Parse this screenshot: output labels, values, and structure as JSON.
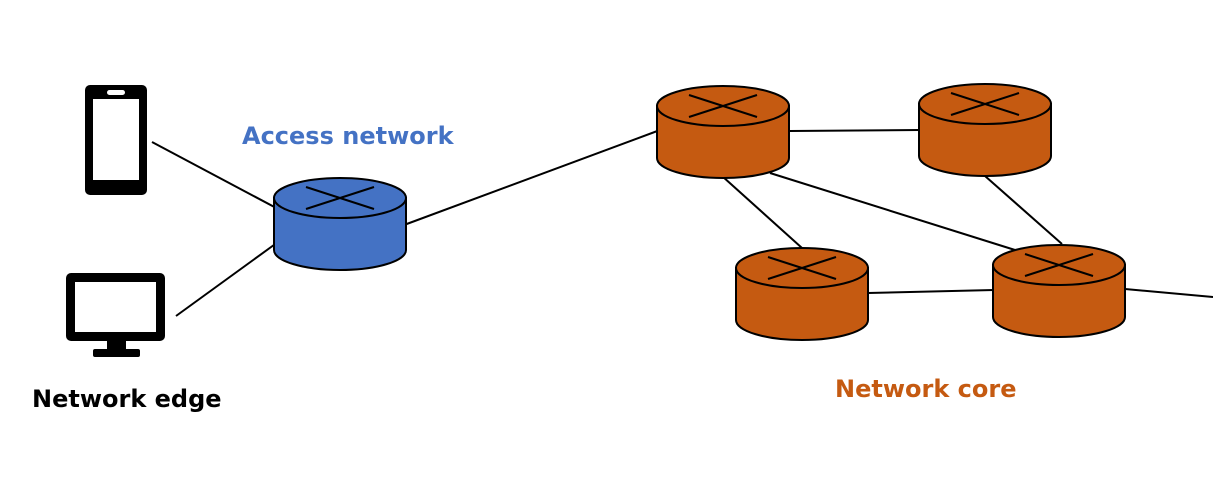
{
  "labels": {
    "access_network": "Access network",
    "network_edge": "Network edge",
    "network_core": "Network core"
  },
  "colors": {
    "access_router": "#4472c4",
    "core_router": "#c55a11",
    "access_label": "#4472c4",
    "core_label": "#c55a11",
    "edge_label": "#000000",
    "stroke": "#000000"
  },
  "icons": {
    "smartphone": "smartphone-icon",
    "desktop": "desktop-monitor-icon",
    "router": "router-icon"
  }
}
